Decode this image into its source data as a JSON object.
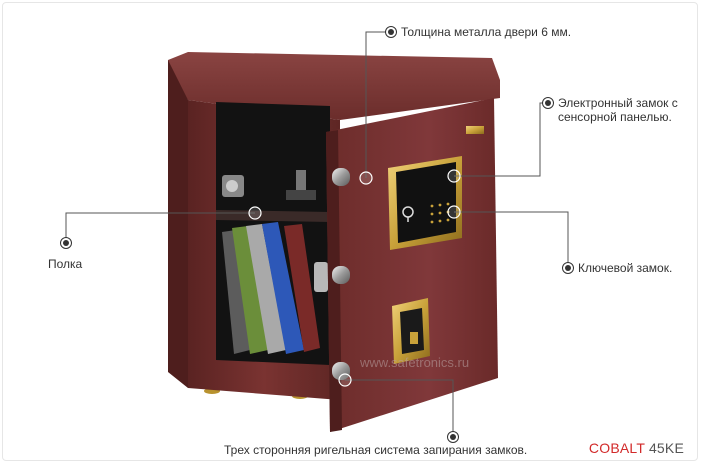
{
  "labels": {
    "metal_thickness": "Толщина металла двери 6 мм.",
    "electronic_lock_line1": "Электронный замок с",
    "electronic_lock_line2": "сенсорной панелью.",
    "shelf": "Полка",
    "key_lock": "Ключевой замок.",
    "bolt_system": "Трех сторонняя ригельная система запирания замков."
  },
  "brand": {
    "name": "COBALT",
    "model": "45KE"
  },
  "watermark": "www.safetronics.ru",
  "colors": {
    "safe_body": "#6e2e2c",
    "safe_dark": "#4a1b1a",
    "gold": "#c9a23a",
    "brand_red": "#d22a2a",
    "leader_line": "#555555"
  },
  "icons": {
    "callout_marker": "radio-dot-icon"
  }
}
